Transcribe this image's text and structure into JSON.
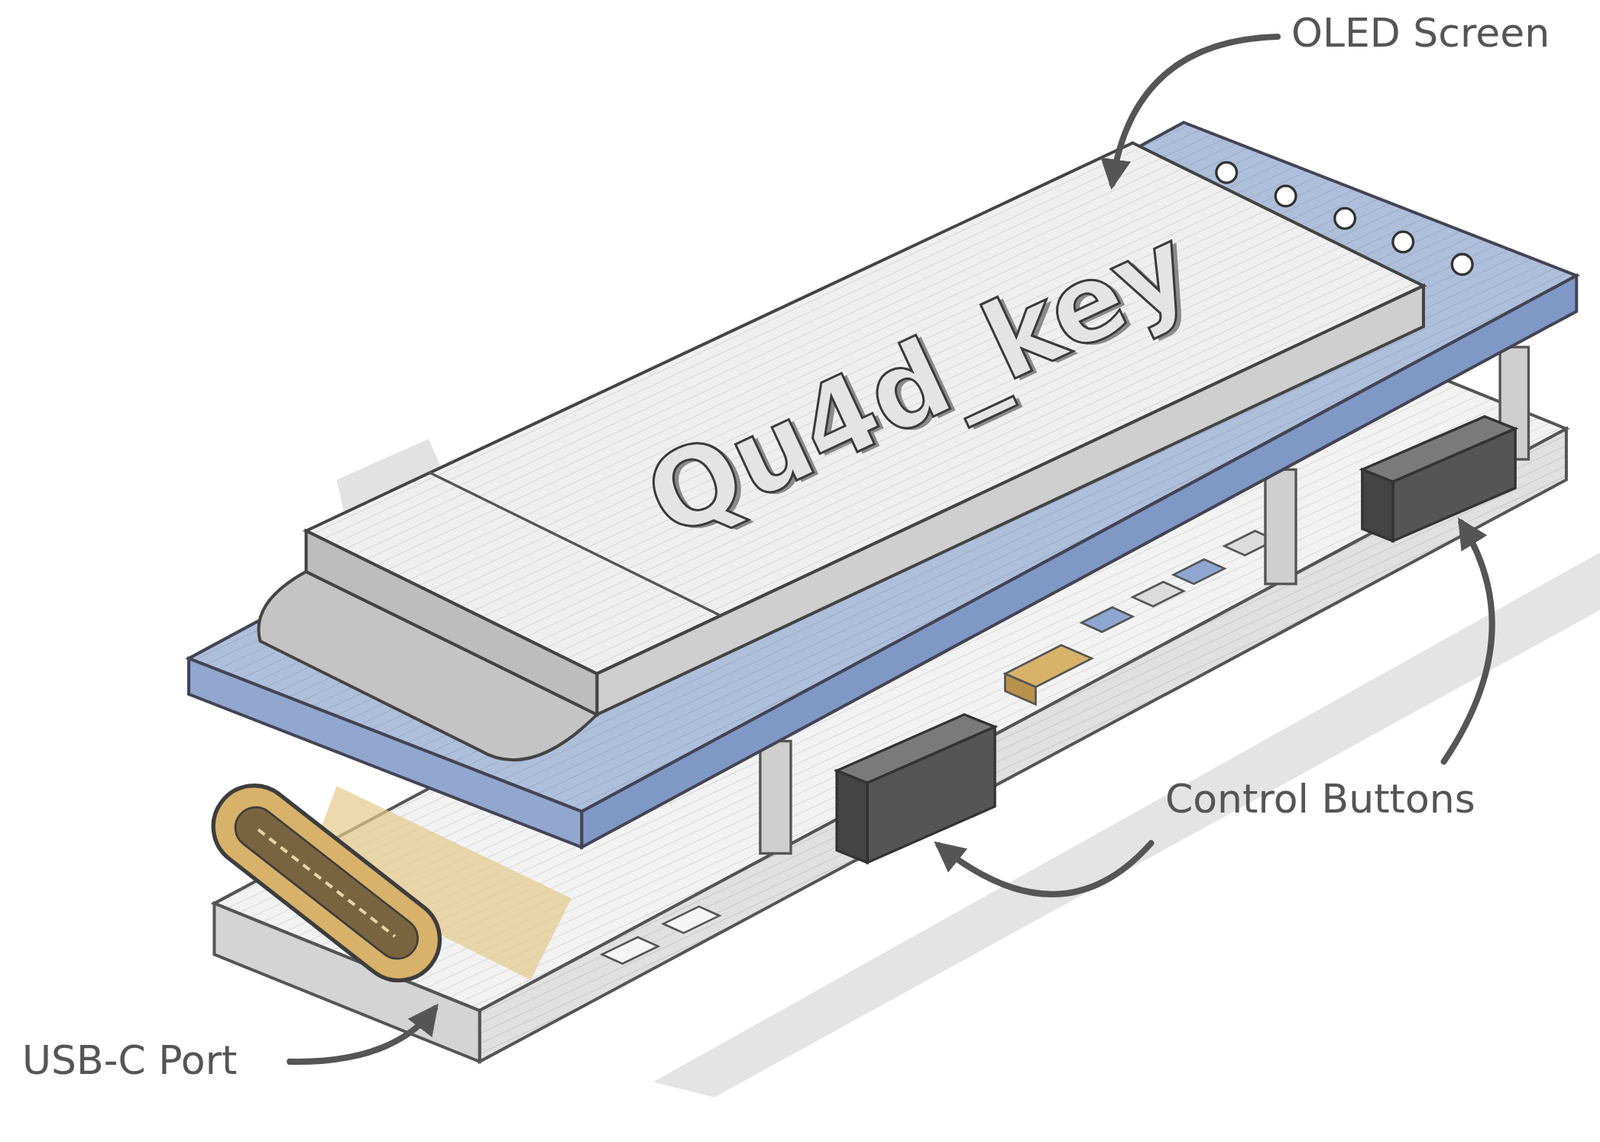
{
  "diagram": {
    "labels": [
      "OLED Screen",
      "Qu4d_key",
      "Control Buttons",
      "USB-C Port"
    ]
  }
}
